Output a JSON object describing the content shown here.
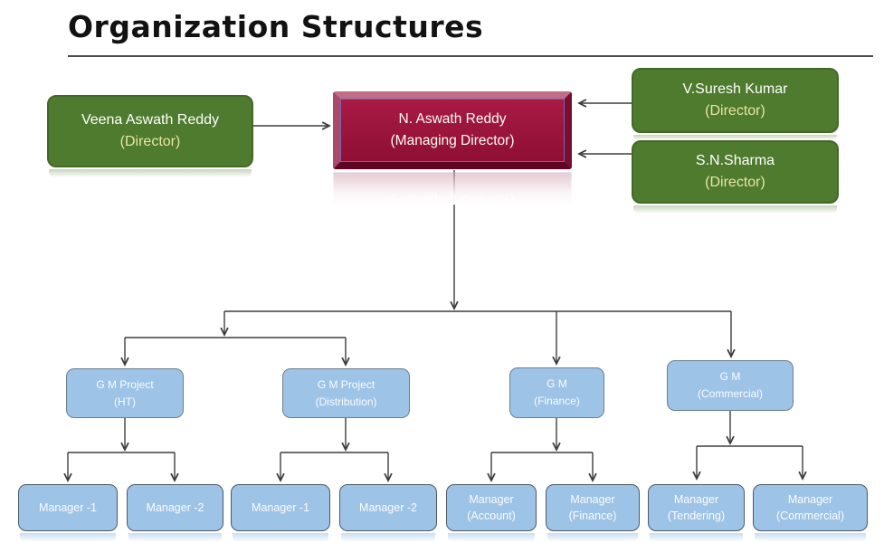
{
  "title": "Organization Structures",
  "colors": {
    "director_green": "#4e7b2e",
    "managing_director_red": "#8e0f33",
    "staff_blue": "#9dc3e6",
    "connector_line": "#3d3d3d"
  },
  "nodes": {
    "managing_director": {
      "name": "N. Aswath Reddy",
      "role": "(Managing Director)"
    },
    "director_left": {
      "name": "Veena Aswath Reddy",
      "role": "(Director)"
    },
    "director_right_top": {
      "name": "V.Suresh Kumar",
      "role": "(Director)"
    },
    "director_right_bottom": {
      "name": "S.N.Sharma",
      "role": "(Director)"
    },
    "gm_project_ht": {
      "name": "G M Project",
      "role": "(HT)"
    },
    "gm_project_distribution": {
      "name": "G M Project",
      "role": "(Distribution)"
    },
    "gm_finance": {
      "name": "G M",
      "role": "(Finance)"
    },
    "gm_commercial": {
      "name": "G M",
      "role": "(Commercial)"
    },
    "manager_ht_1": {
      "name": "Manager -1"
    },
    "manager_ht_2": {
      "name": "Manager -2"
    },
    "manager_dist_1": {
      "name": "Manager -1"
    },
    "manager_dist_2": {
      "name": "Manager -2"
    },
    "manager_account": {
      "name": "Manager",
      "role": "(Account)"
    },
    "manager_finance": {
      "name": "Manager",
      "role": "(Finance)"
    },
    "manager_tendering": {
      "name": "Manager",
      "role": "(Tendering)"
    },
    "manager_commercial": {
      "name": "Manager",
      "role": "(Commercial)"
    }
  }
}
